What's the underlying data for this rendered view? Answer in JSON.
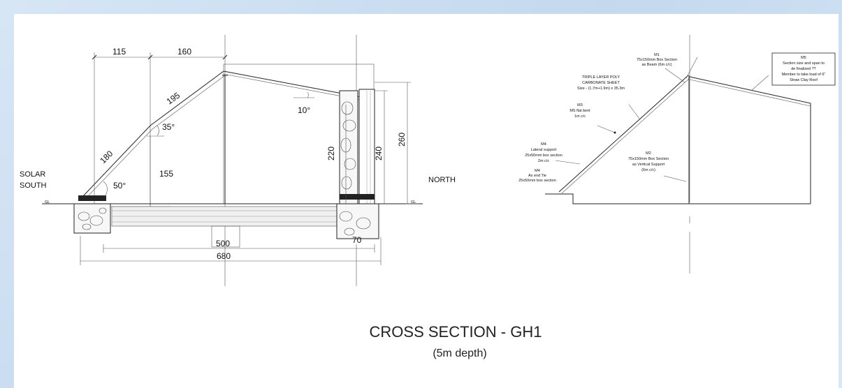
{
  "title": "CROSS SECTION - GH1",
  "subtitle": "(5m depth)",
  "left_section": {
    "dimensions": {
      "d115": "115",
      "d160": "160",
      "d195": "195",
      "d180": "180",
      "d155": "155",
      "d220": "220",
      "d240": "240",
      "d260": "260",
      "d500": "500",
      "d70": "70",
      "d680": "680"
    },
    "angles": {
      "a35": "35°",
      "a50": "50°",
      "a10": "10°"
    },
    "labels": {
      "solar_1": "SOLAR",
      "solar_2": "SOUTH",
      "north": "NORTH"
    }
  },
  "right_section": {
    "m1": [
      "M1",
      "75x150mm Box Section",
      "as Beam (6m c/c)"
    ],
    "sheet": [
      "TRIPLE LAYER POLY",
      "CARBONATE SHEET",
      "Size - (1.7m+1.9m) x 35.3m"
    ],
    "m3": [
      "M3",
      "MS flat bent",
      "1m c/c"
    ],
    "m4a": [
      "M4",
      "Lateral support",
      "25x50mm box section",
      "2m c/c"
    ],
    "m4b": [
      "M4",
      "As end Tie",
      "25x50mm box section"
    ],
    "m2": [
      "M2",
      "75x150mm Box Section",
      "as Vertical Support",
      "(6m c/c)"
    ],
    "m5": [
      "M5",
      "Section size and span to",
      "de finalized ??",
      "Member to take load of 6\"",
      "Straw Clay Roof"
    ]
  }
}
